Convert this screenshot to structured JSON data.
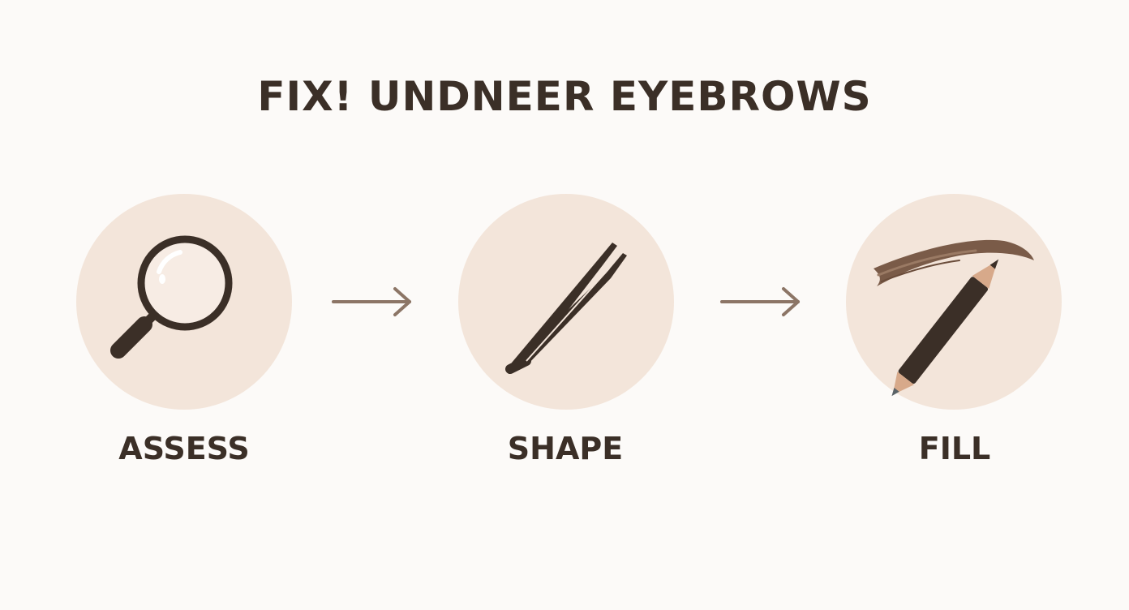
{
  "title": "FIX! UNDNEER EYEBROWS",
  "steps": [
    {
      "label": "ASSESS",
      "icon": "magnifying-glass-icon"
    },
    {
      "label": "SHAPE",
      "icon": "tweezers-icon"
    },
    {
      "label": "FILL",
      "icon": "brow-pencil-icon"
    }
  ],
  "colors": {
    "background": "#fcfaf8",
    "circle": "#f3e5da",
    "text": "#3b2f27",
    "icon": "#3b2f27",
    "arrow": "#8c7566",
    "brow": "#7a5b48",
    "pencil_wood": "#d7a98a"
  }
}
